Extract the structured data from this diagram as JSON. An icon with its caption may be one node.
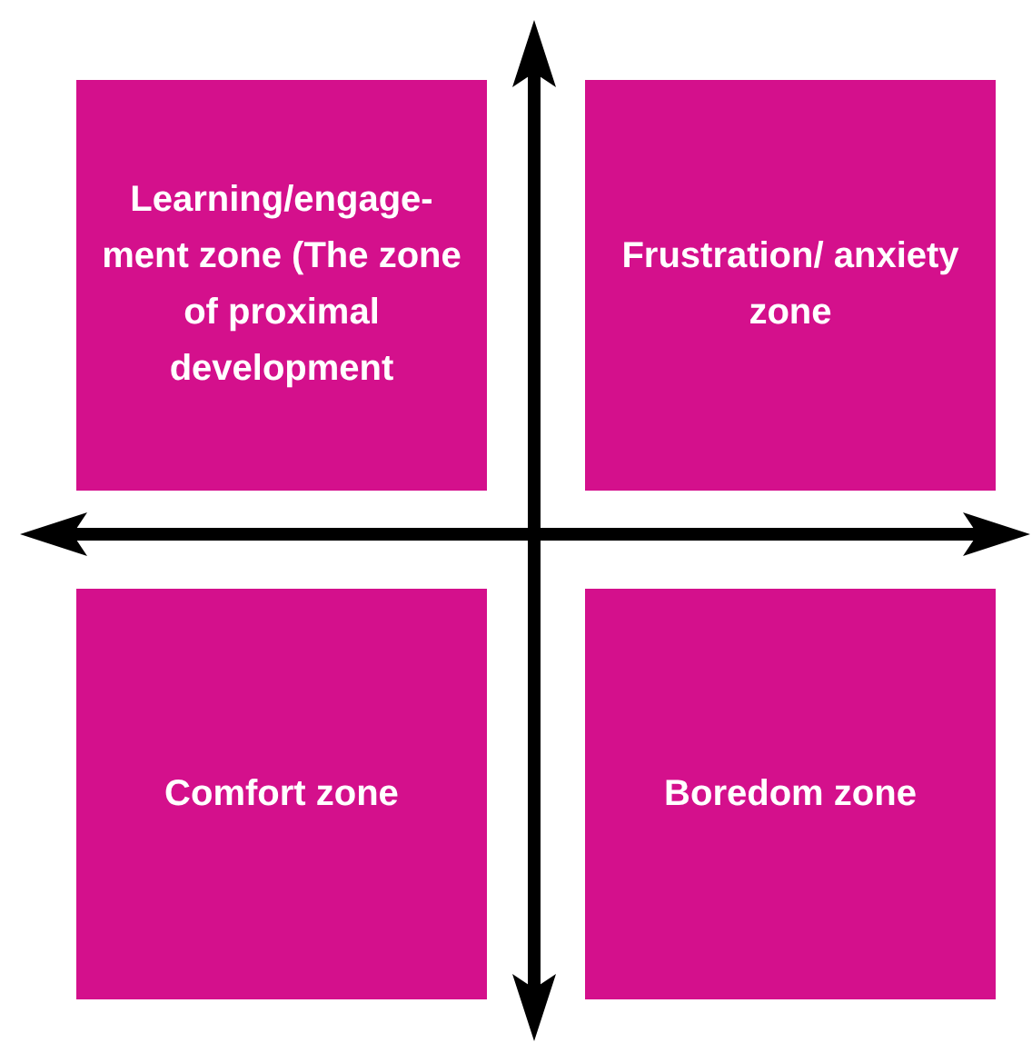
{
  "diagram": {
    "nodes": [
      {
        "text": [
          "Learning/engage-ment zone (The zone of proximal development"
        ]
      },
      {
        "text": [
          "Frustration/ anxiety zone"
        ]
      },
      {
        "text": [
          "Comfort zone"
        ]
      },
      {
        "text": [
          "Boredom zone"
        ]
      }
    ]
  }
}
